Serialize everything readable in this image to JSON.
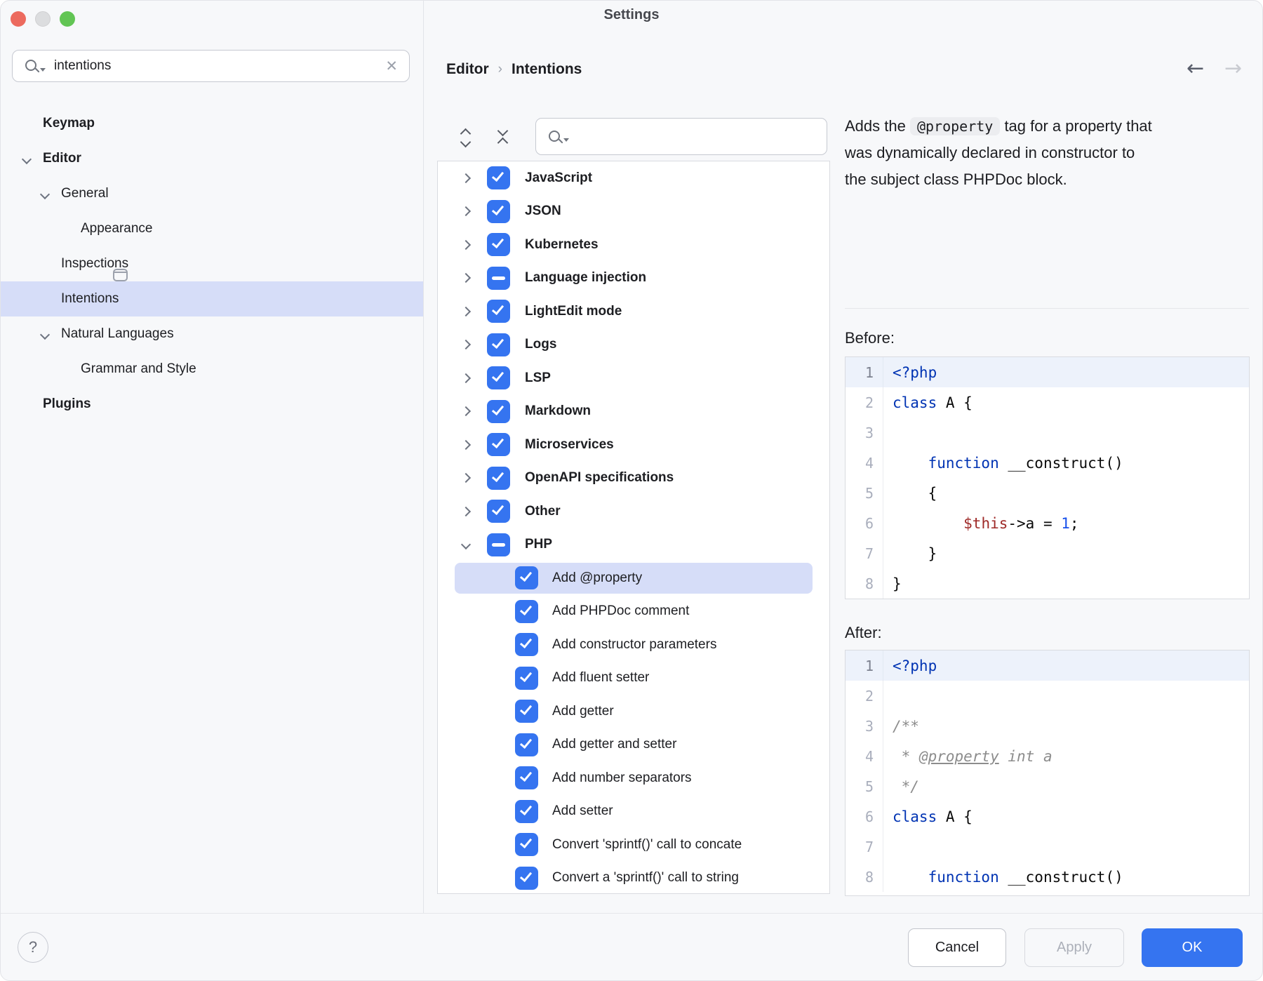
{
  "window": {
    "title": "Settings"
  },
  "sidebar": {
    "search": {
      "value": "intentions",
      "icon": "search-icon",
      "clear_icon": "clear-icon"
    },
    "items": [
      {
        "label": "Keymap",
        "level": 1,
        "bold": true
      },
      {
        "label": "Editor",
        "level": 1,
        "bold": true,
        "expanded": true
      },
      {
        "label": "General",
        "level": 2,
        "expanded": true
      },
      {
        "label": "Appearance",
        "level": 3
      },
      {
        "label": "Inspections",
        "level": 2,
        "trailing_icon": "browser-window-icon"
      },
      {
        "label": "Intentions",
        "level": 2,
        "selected": true
      },
      {
        "label": "Natural Languages",
        "level": 2,
        "expanded": true
      },
      {
        "label": "Grammar and Style",
        "level": 3
      },
      {
        "label": "Plugins",
        "level": 1,
        "bold": true
      }
    ]
  },
  "header": {
    "breadcrumb": {
      "parent": "Editor",
      "separator": "›",
      "current": "Intentions"
    },
    "back_icon": "←",
    "forward_icon": "→"
  },
  "toolbar": {
    "expand_all_icon": "expand-all-icon",
    "collapse_all_icon": "collapse-all-icon",
    "search": {
      "value": "",
      "icon": "search-icon"
    }
  },
  "tree": {
    "rows": [
      {
        "label": "JavaScript",
        "level": 0,
        "state": "checked",
        "expanded": false
      },
      {
        "label": "JSON",
        "level": 0,
        "state": "checked",
        "expanded": false
      },
      {
        "label": "Kubernetes",
        "level": 0,
        "state": "checked",
        "expanded": false
      },
      {
        "label": "Language injection",
        "level": 0,
        "state": "mixed",
        "expanded": false
      },
      {
        "label": "LightEdit mode",
        "level": 0,
        "state": "checked",
        "expanded": false
      },
      {
        "label": "Logs",
        "level": 0,
        "state": "checked",
        "expanded": false
      },
      {
        "label": "LSP",
        "level": 0,
        "state": "checked",
        "expanded": false
      },
      {
        "label": "Markdown",
        "level": 0,
        "state": "checked",
        "expanded": false
      },
      {
        "label": "Microservices",
        "level": 0,
        "state": "checked",
        "expanded": false
      },
      {
        "label": "OpenAPI specifications",
        "level": 0,
        "state": "checked",
        "expanded": false
      },
      {
        "label": "Other",
        "level": 0,
        "state": "checked",
        "expanded": false
      },
      {
        "label": "PHP",
        "level": 0,
        "state": "mixed",
        "expanded": true
      },
      {
        "label": "Add @property",
        "level": 1,
        "state": "checked",
        "selected": true
      },
      {
        "label": "Add PHPDoc comment",
        "level": 1,
        "state": "checked"
      },
      {
        "label": "Add constructor parameters",
        "level": 1,
        "state": "checked"
      },
      {
        "label": "Add fluent setter",
        "level": 1,
        "state": "checked"
      },
      {
        "label": "Add getter",
        "level": 1,
        "state": "checked"
      },
      {
        "label": "Add getter and setter",
        "level": 1,
        "state": "checked"
      },
      {
        "label": "Add number separators",
        "level": 1,
        "state": "checked"
      },
      {
        "label": "Add setter",
        "level": 1,
        "state": "checked"
      },
      {
        "label": "Convert 'sprintf()' call to concate",
        "level": 1,
        "state": "checked"
      },
      {
        "label": "Convert a 'sprintf()' call to string",
        "level": 1,
        "state": "checked"
      }
    ]
  },
  "details": {
    "description": {
      "lines": [
        [
          {
            "t": "Adds the "
          },
          {
            "t": "@property",
            "chip": true
          },
          {
            "t": " tag for a property that"
          }
        ],
        [
          {
            "t": "was dynamically declared in constructor to"
          }
        ],
        [
          {
            "t": "the subject class PHPDoc block."
          }
        ]
      ]
    },
    "before": {
      "label": "Before:",
      "active_line": 1,
      "lines": [
        [
          {
            "c": "kw",
            "t": "<?php"
          }
        ],
        [
          {
            "c": "kw",
            "t": "class"
          },
          {
            "c": "pl",
            "t": " A {"
          }
        ],
        [],
        [
          {
            "c": "pl",
            "t": "    "
          },
          {
            "c": "kw",
            "t": "function"
          },
          {
            "c": "pl",
            "t": " __construct()"
          }
        ],
        [
          {
            "c": "pl",
            "t": "    {"
          }
        ],
        [
          {
            "c": "pl",
            "t": "        "
          },
          {
            "c": "var",
            "t": "$this"
          },
          {
            "c": "pl",
            "t": "->a = "
          },
          {
            "c": "num",
            "t": "1"
          },
          {
            "c": "pl",
            "t": ";"
          }
        ],
        [
          {
            "c": "pl",
            "t": "    }"
          }
        ],
        [
          {
            "c": "pl",
            "t": "}"
          }
        ]
      ]
    },
    "after": {
      "label": "After:",
      "active_line": 1,
      "lines": [
        [
          {
            "c": "kw",
            "t": "<?php"
          }
        ],
        [],
        [
          {
            "c": "cm",
            "t": "/**"
          }
        ],
        [
          {
            "c": "cm",
            "t": " * "
          },
          {
            "c": "cmtag",
            "t": "@property"
          },
          {
            "c": "cm",
            "t": " int a"
          }
        ],
        [
          {
            "c": "cm",
            "t": " */"
          }
        ],
        [
          {
            "c": "kw",
            "t": "class"
          },
          {
            "c": "pl",
            "t": " A {"
          }
        ],
        [],
        [
          {
            "c": "pl",
            "t": "    "
          },
          {
            "c": "kw",
            "t": "function"
          },
          {
            "c": "pl",
            "t": " __construct()"
          }
        ]
      ]
    }
  },
  "footer": {
    "help": "?",
    "cancel": "Cancel",
    "apply": "Apply",
    "ok": "OK"
  },
  "colors": {
    "accent": "#3574F0",
    "selection": "#D6DDF8",
    "keyword": "#0033B3",
    "number": "#1750EB",
    "variable": "#9E2927",
    "comment": "#8C8C8C"
  }
}
